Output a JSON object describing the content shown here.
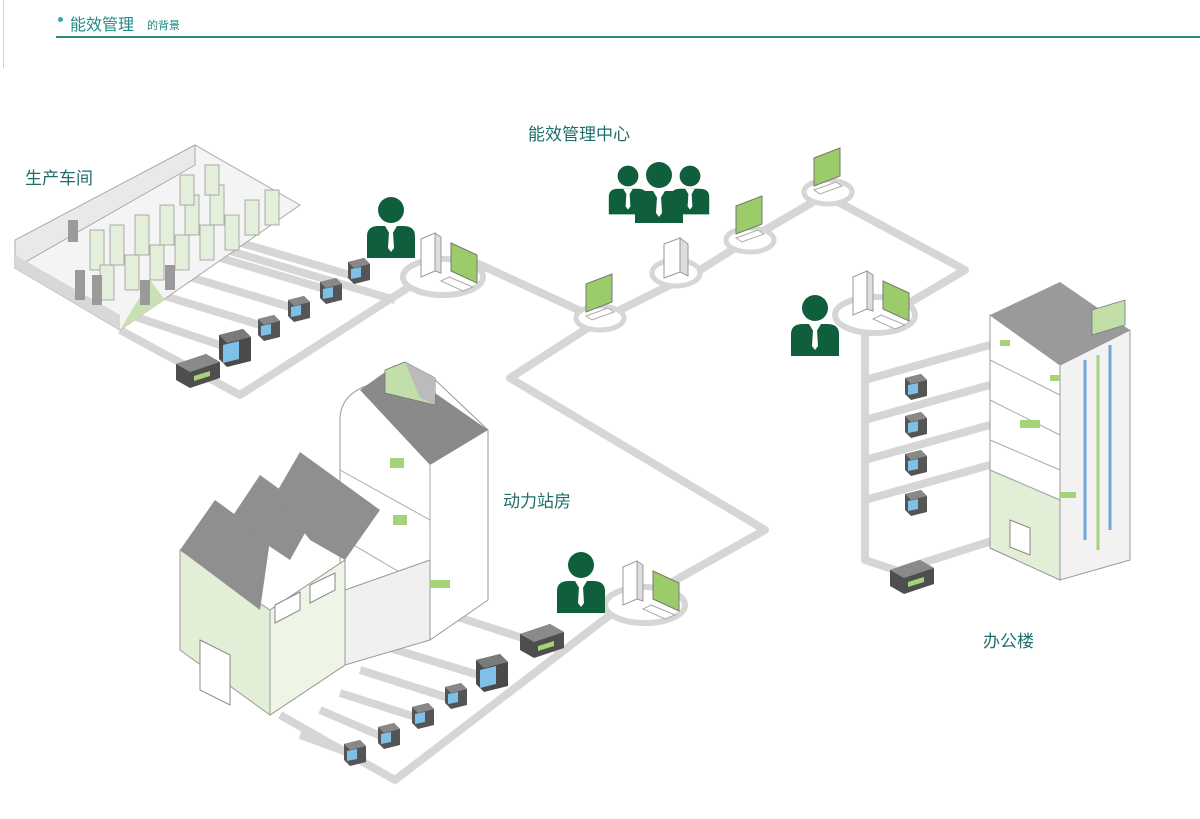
{
  "header": {
    "title": "能效管理",
    "subtitle": "的背景"
  },
  "labels": {
    "center": "能效管理中心",
    "workshop": "生产车间",
    "power_station": "动力站房",
    "office": "办公楼"
  },
  "colors": {
    "accent": "#1f8a84",
    "person": "#0f5e3c",
    "screen_green": "#99cc66",
    "cable": "#d6d6d6",
    "building_wall": "#e2efd6",
    "roof": "#9a9a9a"
  }
}
